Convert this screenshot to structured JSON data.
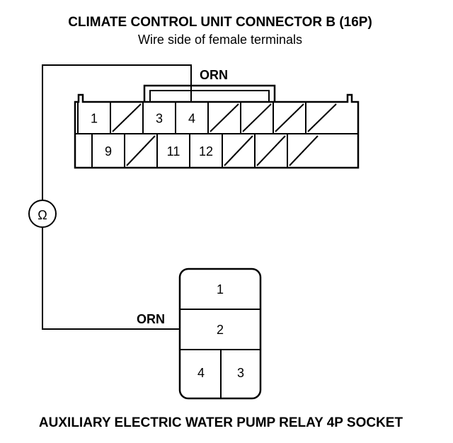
{
  "connector_b": {
    "title": "CLIMATE CONTROL UNIT CONNECTOR B (16P)",
    "subtitle": "Wire side of female terminals",
    "wire_label": "ORN",
    "top_row": [
      {
        "label": "1",
        "blank": false
      },
      {
        "label": "",
        "blank": true
      },
      {
        "label": "3",
        "blank": false
      },
      {
        "label": "4",
        "blank": false
      },
      {
        "label": "",
        "blank": true
      },
      {
        "label": "",
        "blank": true
      },
      {
        "label": "",
        "blank": true
      },
      {
        "label": "",
        "blank": true
      }
    ],
    "bottom_row": [
      {
        "label": "9",
        "blank": false
      },
      {
        "label": "",
        "blank": true
      },
      {
        "label": "11",
        "blank": false
      },
      {
        "label": "12",
        "blank": false
      },
      {
        "label": "",
        "blank": true
      },
      {
        "label": "",
        "blank": true
      },
      {
        "label": "",
        "blank": true
      }
    ]
  },
  "meter": {
    "symbol": "Ω"
  },
  "relay_socket": {
    "wire_label": "ORN",
    "pins": [
      "1",
      "2",
      "4",
      "3"
    ],
    "caption": "AUXILIARY ELECTRIC WATER PUMP RELAY 4P SOCKET"
  }
}
